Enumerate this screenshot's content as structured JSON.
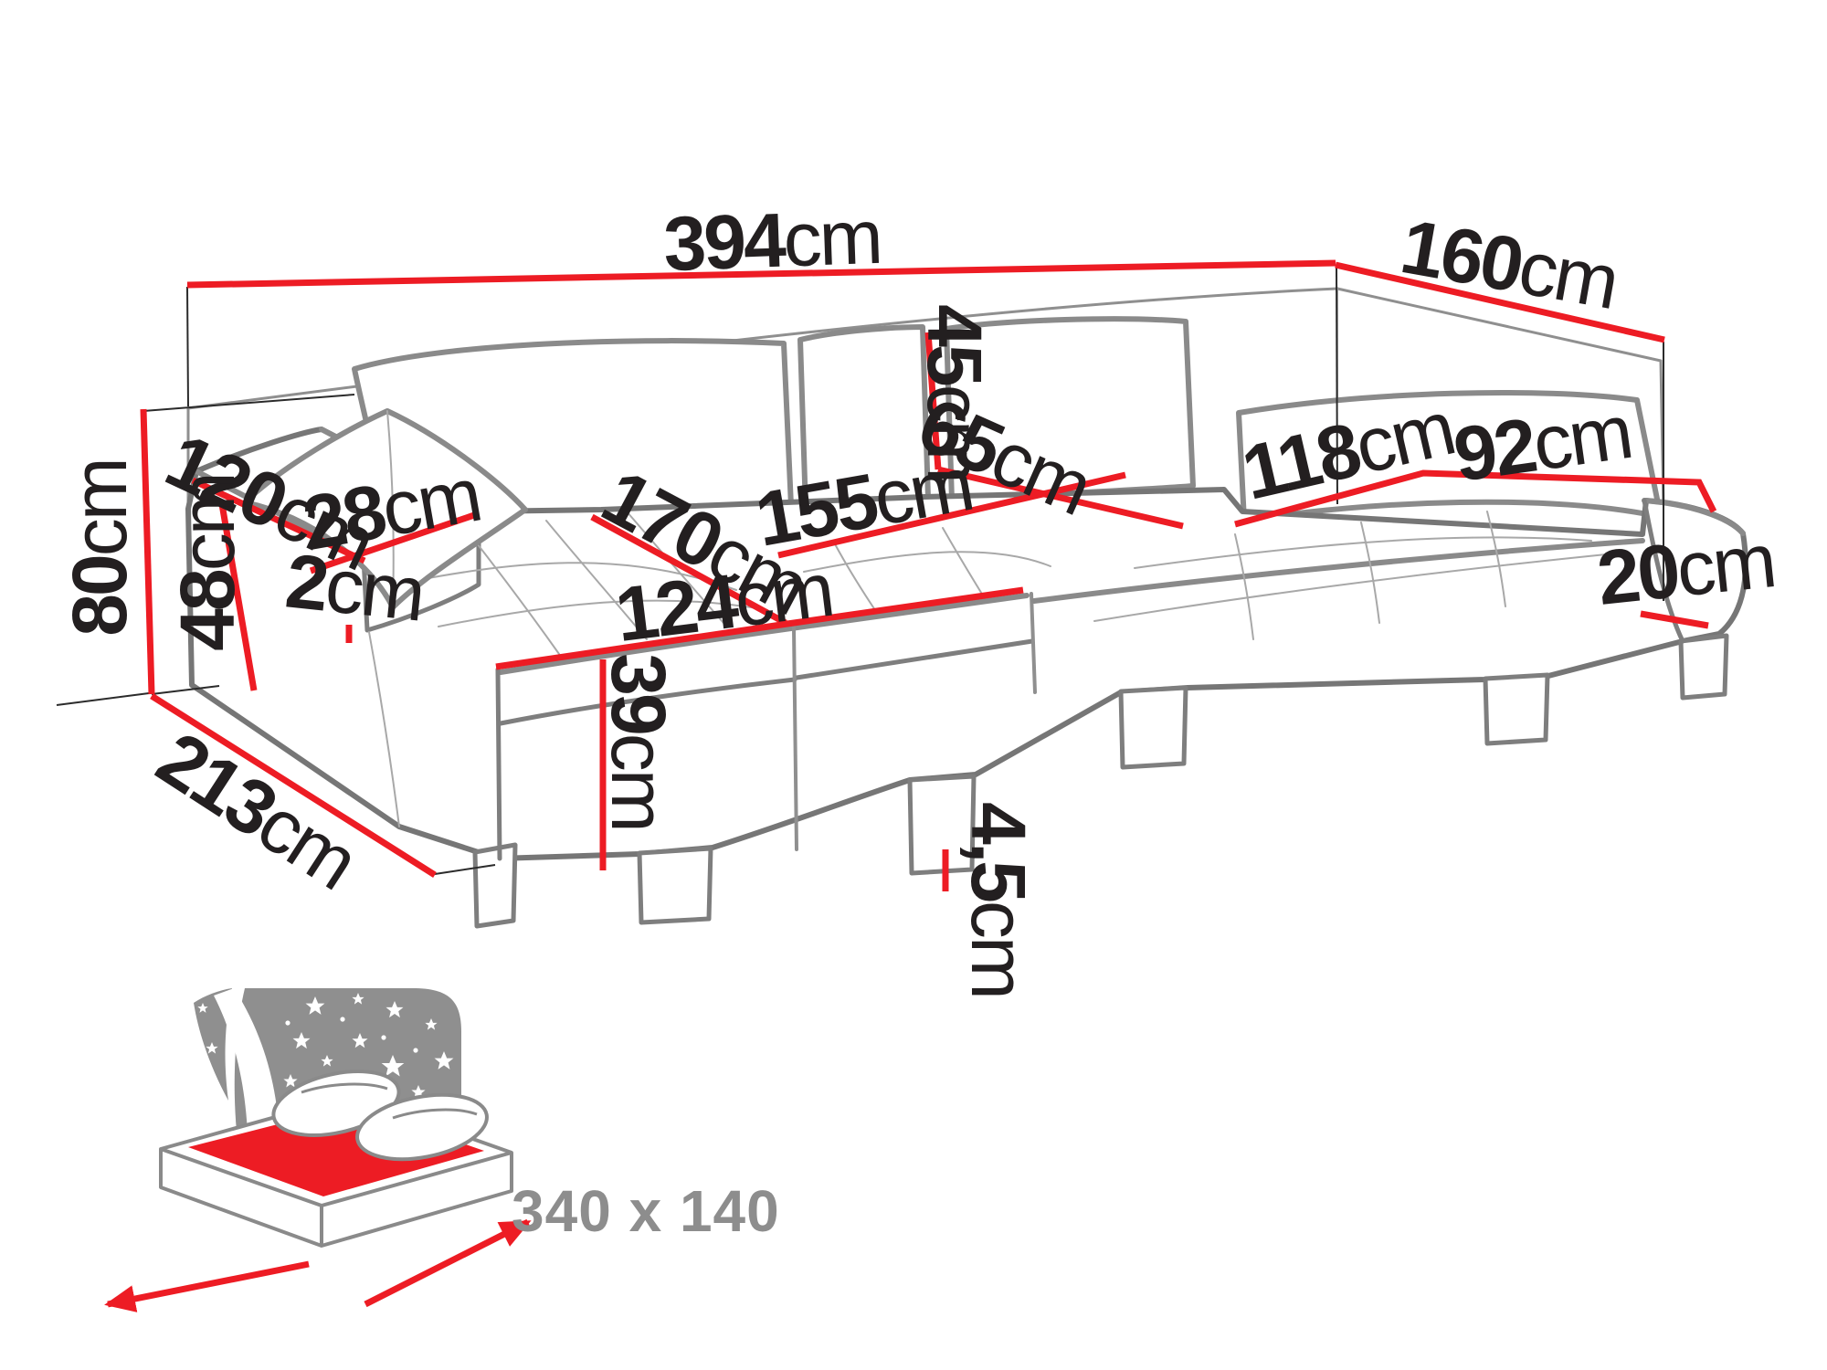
{
  "diagram": {
    "type": "sofa-dimension-technical-drawing",
    "colors": {
      "dimension_line": "#ed1c24",
      "sofa_outline": "#8a8a8a",
      "label_text": "#231f20",
      "muted_text": "#8d8d8d"
    },
    "dims": {
      "total_width": {
        "value": "394",
        "unit": "cm"
      },
      "right_side_depth": {
        "value": "160",
        "unit": "cm"
      },
      "back_height": {
        "value": "80",
        "unit": "cm"
      },
      "left_armrest_length": {
        "value": "120",
        "unit": "cm"
      },
      "left_armrest_width": {
        "value": "28",
        "unit": "cm"
      },
      "left_armrest_height": {
        "value": "48",
        "unit": "cm"
      },
      "armrest_seat_gap": {
        "value": "2",
        "unit": "cm"
      },
      "chaise_length": {
        "value": "170",
        "unit": "cm"
      },
      "chaise_front_width": {
        "value": "124",
        "unit": "cm"
      },
      "seat_height": {
        "value": "39",
        "unit": "cm"
      },
      "middle_seat_width": {
        "value": "155",
        "unit": "cm"
      },
      "backrest_height": {
        "value": "45",
        "unit": "cm"
      },
      "seat_depth": {
        "value": "65",
        "unit": "cm"
      },
      "right_seat_length": {
        "value": "118",
        "unit": "cm"
      },
      "right_chaise_width": {
        "value": "92",
        "unit": "cm"
      },
      "right_armrest_width": {
        "value": "20",
        "unit": "cm"
      },
      "leg_height": {
        "value": "4,5",
        "unit": "cm"
      },
      "left_side_depth": {
        "value": "213",
        "unit": "cm"
      }
    },
    "sleeping_area": {
      "size_label": "340 x 140"
    }
  }
}
